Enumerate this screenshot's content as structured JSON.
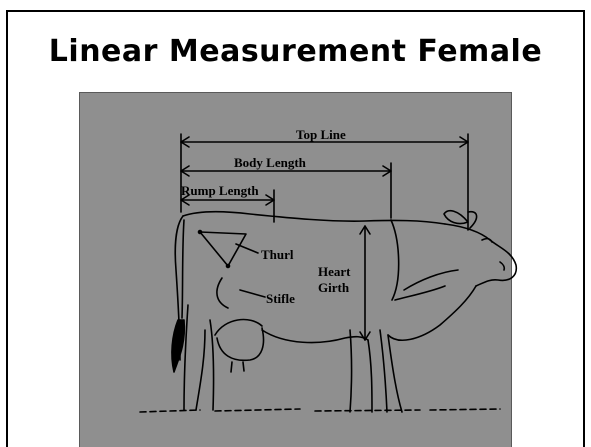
{
  "slide": {
    "title": "Linear Measurement Female"
  },
  "diagram": {
    "labels": {
      "top_line": "Top Line",
      "body_length": "Body Length",
      "rump_length": "Rump Length",
      "thurl": "Thurl",
      "stifle": "Stifle",
      "heart_girth_1": "Heart",
      "heart_girth_2": "Girth"
    },
    "colors": {
      "panel": "#8f8f8f",
      "ink": "#000000"
    }
  }
}
